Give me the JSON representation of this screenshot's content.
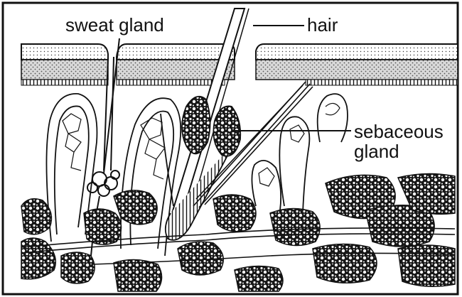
{
  "labels": {
    "sweat_gland": "sweat gland",
    "hair": "hair",
    "sebaceous_line1": "sebaceous",
    "sebaceous_line2": "gland"
  },
  "colors": {
    "ink": "#111111",
    "paper": "#ffffff",
    "dermis_stipple": "#bdbdbd",
    "fat_tissue": "#1a1a1a"
  }
}
